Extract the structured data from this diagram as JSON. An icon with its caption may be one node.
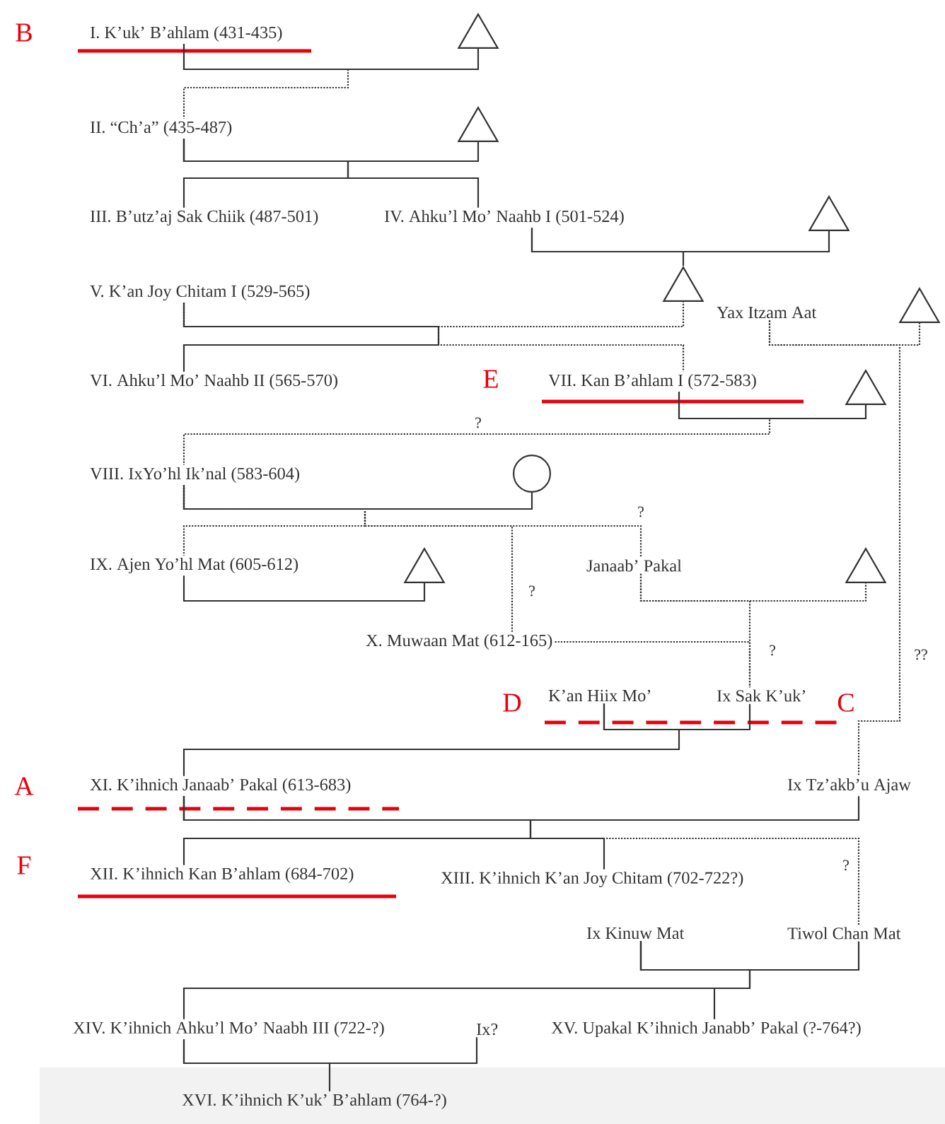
{
  "diagram": {
    "nodes": [
      {
        "text": [
          "I. K’uk’ B’ahlam (431-435)"
        ]
      },
      {
        "text": [],
        "shape": "triangle"
      },
      {
        "text": [
          "II. “Ch’a” (435-487)"
        ]
      },
      {
        "text": [],
        "shape": "triangle"
      },
      {
        "text": [
          "III. B’utz’aj Sak Chiik (487-501)"
        ]
      },
      {
        "text": [
          "IV. Ahku’l Mo’ Naahb I (501-524)"
        ]
      },
      {
        "text": [],
        "shape": "triangle"
      },
      {
        "text": [
          "V. K’an Joy Chitam I (529-565)"
        ]
      },
      {
        "text": [],
        "shape": "triangle"
      },
      {
        "text": [
          "Yax Itzam Aat"
        ]
      },
      {
        "text": [],
        "shape": "triangle"
      },
      {
        "text": [
          "VI. Ahku’l Mo’ Naahb II (565-570)"
        ]
      },
      {
        "text": [
          "VII. Kan B’ahlam I (572-583)"
        ]
      },
      {
        "text": [],
        "shape": "triangle"
      },
      {
        "text": [
          "VIII. IxYo’hl Ik’nal (583-604)"
        ]
      },
      {
        "text": [],
        "shape": "circle"
      },
      {
        "text": [
          "IX. Ajen Yo’hl Mat (605-612)"
        ]
      },
      {
        "text": [],
        "shape": "triangle"
      },
      {
        "text": [
          "Janaab’ Pakal"
        ]
      },
      {
        "text": [],
        "shape": "triangle"
      },
      {
        "text": [
          "X. Muwaan Mat (612-165)"
        ]
      },
      {
        "text": [
          "K’an Hiix Mo’"
        ]
      },
      {
        "text": [
          "Ix Sak K’uk’"
        ]
      },
      {
        "text": [
          "XI. K’ihnich Janaab’ Pakal (613-683)"
        ]
      },
      {
        "text": [
          "Ix Tz’akb’u Ajaw"
        ]
      },
      {
        "text": [
          "XII. K’ihnich Kan B’ahlam (684-702)"
        ]
      },
      {
        "text": [
          "XIII. K’ihnich K’an Joy Chitam (702-722?)"
        ]
      },
      {
        "text": [
          "Ix Kinuw Mat"
        ]
      },
      {
        "text": [
          "Tiwol Chan Mat"
        ]
      },
      {
        "text": [
          "XIV. K’ihnich Ahku’l Mo’ Naabh III (722-?)"
        ]
      },
      {
        "text": [
          "Ix?"
        ]
      },
      {
        "text": [
          "XV. Upakal K’ihnich Janabb’ Pakal (?-764?)"
        ]
      },
      {
        "text": [
          "XVI. K’ihnich K’uk’ B’ahlam (764-?)"
        ]
      }
    ],
    "edges": [
      {
        "from": 0,
        "to": 1,
        "arrow": "none"
      },
      {
        "from": 0,
        "to": 2,
        "arrow": "none",
        "style": "dashed"
      },
      {
        "from": 2,
        "to": 3,
        "arrow": "none"
      },
      {
        "from": 2,
        "to": 4,
        "arrow": "none"
      },
      {
        "from": 2,
        "to": 5,
        "arrow": "none"
      },
      {
        "from": 5,
        "to": 6,
        "arrow": "none"
      },
      {
        "from": 5,
        "to": 8,
        "arrow": "none"
      },
      {
        "from": 7,
        "to": 8,
        "arrow": "none",
        "style": "dashed"
      },
      {
        "from": 7,
        "to": 11,
        "arrow": "none"
      },
      {
        "from": 7,
        "to": 12,
        "arrow": "none",
        "style": "dashed"
      },
      {
        "from": 9,
        "to": 10,
        "arrow": "none",
        "style": "dashed"
      },
      {
        "from": 9,
        "to": 24,
        "arrow": "none",
        "style": "dashed",
        "label": "??"
      },
      {
        "from": 12,
        "to": 13,
        "arrow": "none"
      },
      {
        "from": 12,
        "to": 14,
        "arrow": "none",
        "style": "dashed",
        "label": "?"
      },
      {
        "from": 14,
        "to": 15,
        "arrow": "none"
      },
      {
        "from": 14,
        "to": 16,
        "arrow": "none",
        "style": "dashed"
      },
      {
        "from": 14,
        "to": 20,
        "arrow": "none",
        "style": "dashed",
        "label": "?"
      },
      {
        "from": 14,
        "to": 18,
        "arrow": "none",
        "style": "dashed",
        "label": "?"
      },
      {
        "from": 16,
        "to": 17,
        "arrow": "none"
      },
      {
        "from": 18,
        "to": 19,
        "arrow": "none",
        "style": "dashed"
      },
      {
        "from": 18,
        "to": 22,
        "arrow": "none",
        "style": "dashed"
      },
      {
        "from": 20,
        "to": 22,
        "arrow": "none",
        "style": "dashed",
        "label": "?"
      },
      {
        "from": 21,
        "to": 22,
        "arrow": "none"
      },
      {
        "from": 21,
        "to": 23,
        "arrow": "none"
      },
      {
        "from": 23,
        "to": 24,
        "arrow": "none"
      },
      {
        "from": 23,
        "to": 25,
        "arrow": "none"
      },
      {
        "from": 23,
        "to": 26,
        "arrow": "none"
      },
      {
        "from": 23,
        "to": 28,
        "arrow": "none",
        "style": "dashed",
        "label": "?"
      },
      {
        "from": 27,
        "to": 28,
        "arrow": "none"
      },
      {
        "from": 27,
        "to": 29,
        "arrow": "none"
      },
      {
        "from": 27,
        "to": 31,
        "arrow": "none"
      },
      {
        "from": 29,
        "to": 30,
        "arrow": "none"
      },
      {
        "from": 29,
        "to": 32,
        "arrow": "none"
      }
    ],
    "labels": [
      "B",
      "E",
      "D",
      "C",
      "A",
      "F"
    ]
  }
}
